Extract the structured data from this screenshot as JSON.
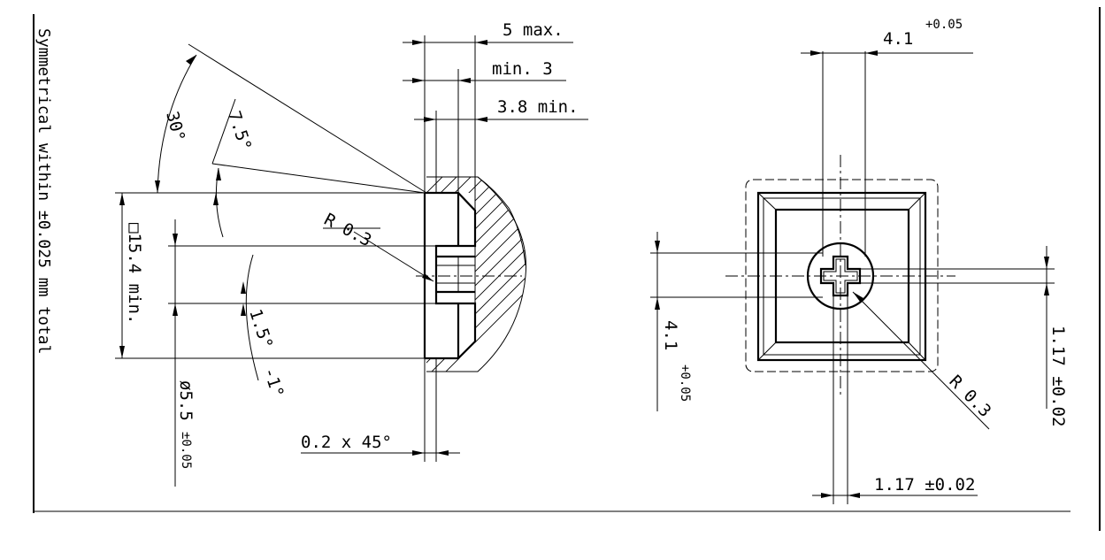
{
  "side_note": "Symmetrical within ±0.025 mm total",
  "side_view": {
    "dims": {
      "max_5": "5 max.",
      "min_3": "min. 3",
      "min_3_8": "3.8 min.",
      "angle_30": "30°",
      "angle_7_5": "7.5°",
      "radius": "R 0.3",
      "square": "□15.4 min.",
      "angle_1_5": "1.5°",
      "tol_1": "-1°",
      "dia_5_5": "ø5.5",
      "dia_tol": "±0.05",
      "chamfer": "0.2 x 45°"
    }
  },
  "top_view": {
    "dims": {
      "width_4_1": "4.1",
      "width_4_1_tol": "+0.05",
      "height_4_1": "4.1",
      "height_4_1_tol": "+0.05",
      "rib_h": "1.17 ±0.02",
      "rib_v": "1.17 ±0.02",
      "radius": "R 0.3"
    }
  }
}
